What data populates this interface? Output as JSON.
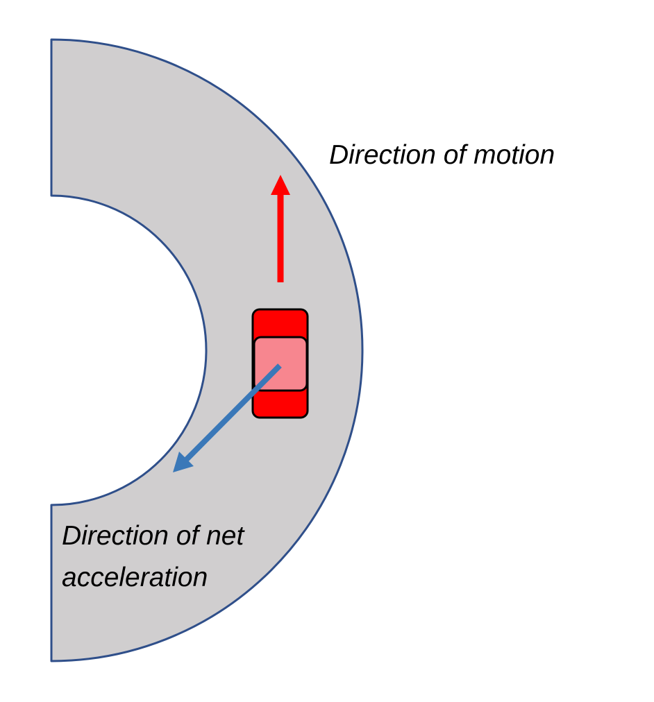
{
  "labels": {
    "motion": "Direction of motion",
    "acceleration_line1": "Direction of net",
    "acceleration_line2": "acceleration"
  },
  "colors": {
    "road_fill": "#d0cecf",
    "road_stroke": "#2f4f8a",
    "motion_arrow": "#ff0000",
    "acceleration_arrow": "#3a78b8",
    "car_body": "#ff0000",
    "car_roof": "#f7868f",
    "car_outline": "#000000"
  }
}
